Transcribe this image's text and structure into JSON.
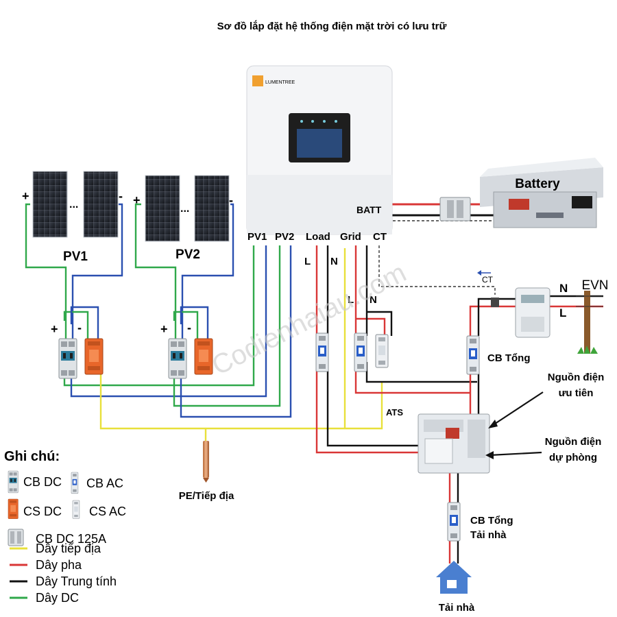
{
  "title": "Sơ đồ lắp đặt hệ thống điện mặt trời có lưu trữ",
  "inverter": {
    "brand": "LUMENTREE",
    "ports": {
      "pv1": "PV1",
      "pv2": "PV2",
      "load": "Load",
      "grid": "Grid",
      "ct": "CT",
      "batt": "BATT"
    }
  },
  "battery": {
    "label": "Battery"
  },
  "pv_arrays": [
    {
      "label": "PV1",
      "plus": "+",
      "minus": "-",
      "dots": "..."
    },
    {
      "label": "PV2",
      "plus": "+",
      "minus": "-",
      "dots": "..."
    }
  ],
  "breaker_polarity": {
    "plus": "+",
    "minus": "-"
  },
  "load_markers": {
    "l": "L",
    "n": "N"
  },
  "grid_markers": {
    "l": "L",
    "n": "N"
  },
  "evn": {
    "label": "EVN",
    "n": "N",
    "l": "L",
    "ct_tag": "CT"
  },
  "labels": {
    "cb_tong": "CB Tổng",
    "nguon_uu_tien": [
      "Nguồn điện",
      "ưu tiên"
    ],
    "nguon_du_phong": [
      "Nguồn điện",
      "dự phòng"
    ],
    "ats": "ATS",
    "pe": "PE/Tiếp địa",
    "cb_tong_tai_nha": [
      "CB Tổng",
      "Tải nhà"
    ],
    "tai_nha": "Tải nhà",
    "watermark": "Codienhaiau.com"
  },
  "legend": {
    "title": "Ghi chú:",
    "cb_dc": "CB DC",
    "cb_ac": "CB AC",
    "cs_dc": "CS DC",
    "cs_ac": "CS AC",
    "cb_dc_125": "CB DC 125A",
    "lines": [
      {
        "label": "Dây tiếp địa",
        "color": "#e8e03a"
      },
      {
        "label": "Dây pha",
        "color": "#d93636"
      },
      {
        "label": "Dây Trung tính",
        "color": "#111111"
      },
      {
        "label": "Dây DC",
        "color": "#2fa84a"
      }
    ]
  },
  "colors": {
    "dc_pos": "#2fa84a",
    "dc_neg": "#2a4fb0",
    "phase": "#d93636",
    "neutral": "#111111",
    "earth": "#e8e03a"
  }
}
